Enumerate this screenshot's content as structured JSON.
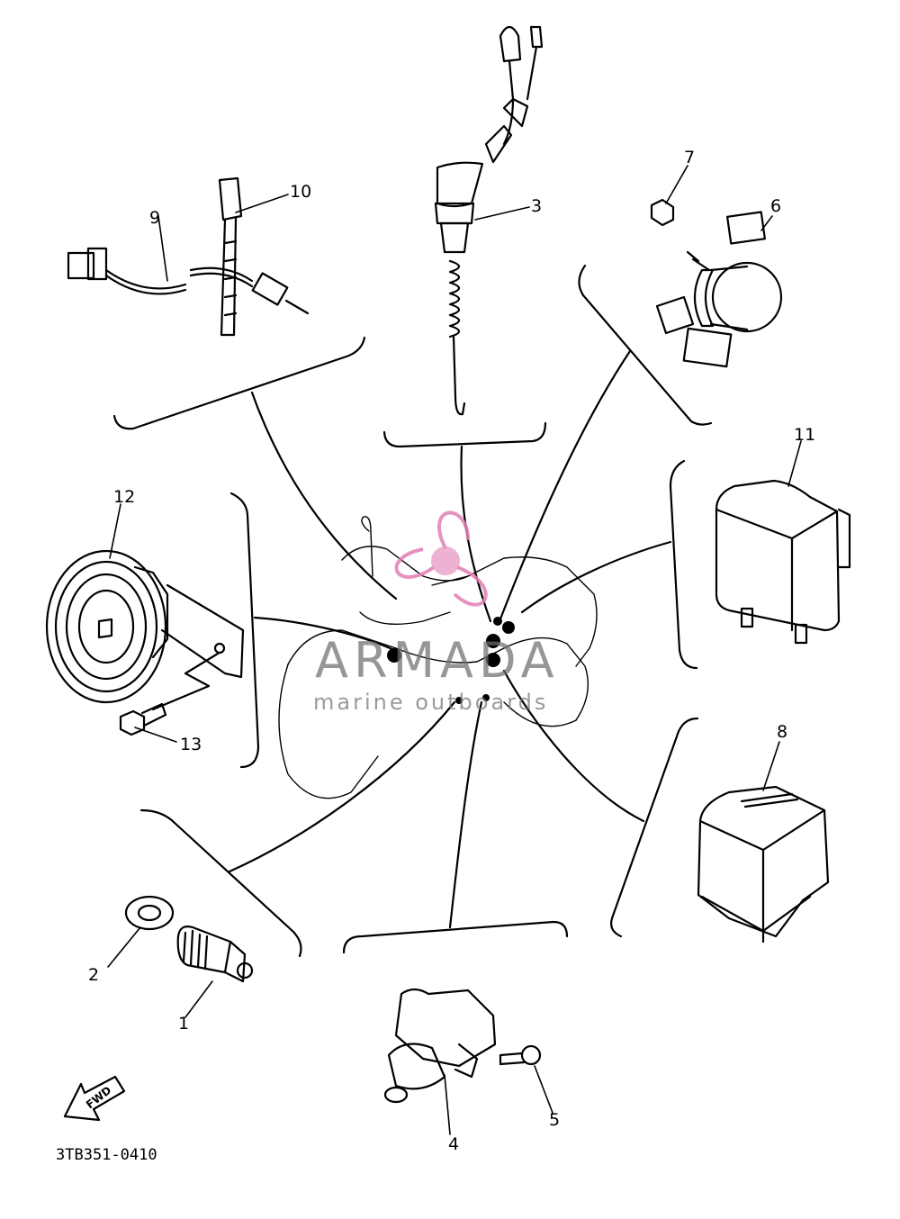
{
  "parts": [
    {
      "id": "label-1",
      "number": "1"
    },
    {
      "id": "label-2",
      "number": "2"
    },
    {
      "id": "label-3",
      "number": "3"
    },
    {
      "id": "label-4",
      "number": "4"
    },
    {
      "id": "label-5",
      "number": "5"
    },
    {
      "id": "label-6",
      "number": "6"
    },
    {
      "id": "label-7",
      "number": "7"
    },
    {
      "id": "label-8",
      "number": "8"
    },
    {
      "id": "label-9",
      "number": "9"
    },
    {
      "id": "label-10",
      "number": "10"
    },
    {
      "id": "label-11",
      "number": "11"
    },
    {
      "id": "label-12",
      "number": "12"
    },
    {
      "id": "label-13",
      "number": "13"
    }
  ],
  "direction_arrow": {
    "label": "FWD"
  },
  "document_code": "3TB351-0410",
  "watermark": {
    "brand": "ARMADA",
    "tagline": "marine outboards",
    "logo_color": "#e27fb4"
  }
}
